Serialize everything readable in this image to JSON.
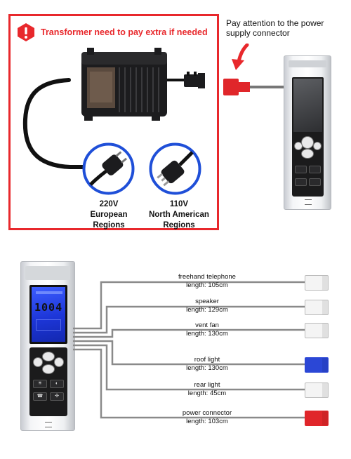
{
  "warning": {
    "title": "Transformer need to pay extra if needed",
    "eu_plug": {
      "voltage": "220V",
      "region_line1": "European",
      "region_line2": "Regions"
    },
    "na_plug": {
      "voltage": "110V",
      "region_line1": "North American",
      "region_line2": "Regions"
    }
  },
  "attention_note": "Pay attention to the power supply connector",
  "display_reading": "1004",
  "cables": [
    {
      "name": "freehand telephone",
      "length": "length: 105cm",
      "connector_color": "#f4f4f4"
    },
    {
      "name": "speaker",
      "length": "length: 129cm",
      "connector_color": "#f4f4f4"
    },
    {
      "name": "vent fan",
      "length": "length: 130cm",
      "connector_color": "#f4f4f4"
    },
    {
      "name": "roof light",
      "length": "length: 130cm",
      "connector_color": "#2b47d6"
    },
    {
      "name": "rear light",
      "length": "length: 45cm",
      "connector_color": "#f4f4f4"
    },
    {
      "name": "power connector",
      "length": "length: 103cm",
      "connector_color": "#e0262a"
    }
  ],
  "colors": {
    "warning_red": "#e8282c",
    "plug_circle_blue": "#1f4fd8",
    "lcd_blue": "#2540e6"
  }
}
